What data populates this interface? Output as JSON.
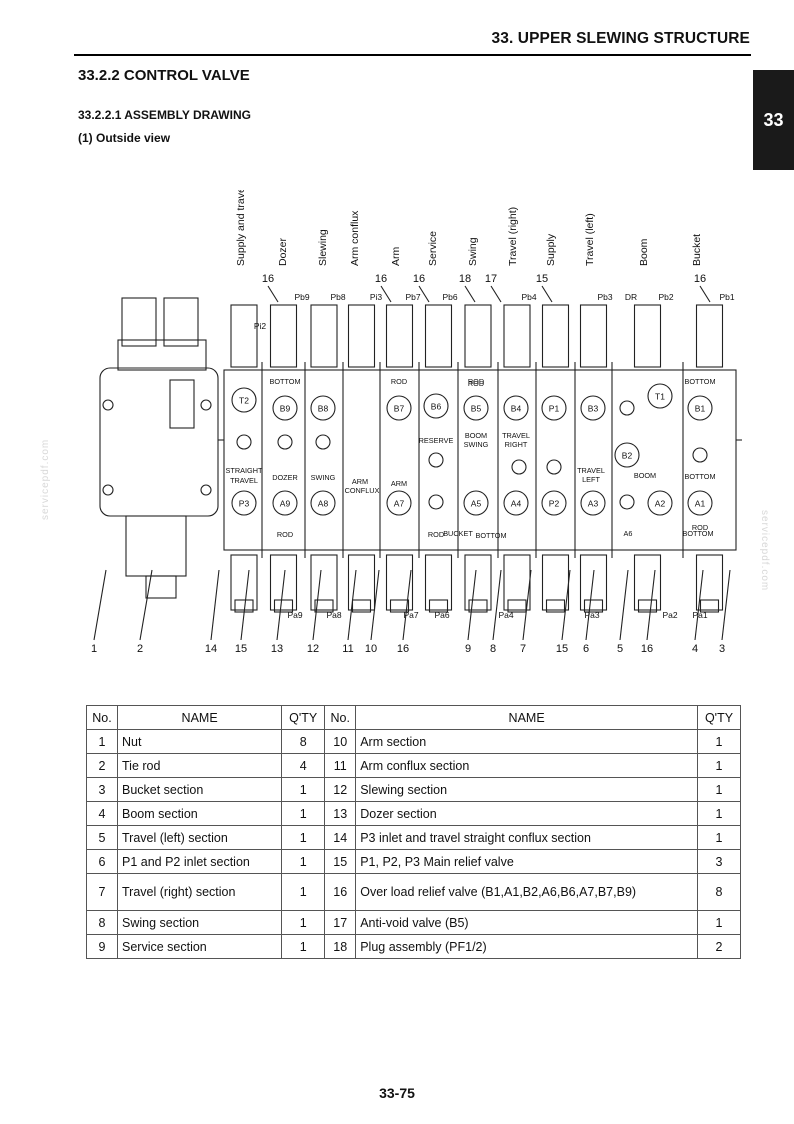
{
  "header": {
    "title": "33. UPPER SLEWING STRUCTURE",
    "chapter_tab": "33"
  },
  "section": {
    "heading": "33.2.2  CONTROL VALVE",
    "subheading": "33.2.2.1 ASSEMBLY DRAWING",
    "view_label": "(1)  Outside view"
  },
  "watermark": "servicepdf.com",
  "drawing": {
    "section_labels": [
      "Supply and travel straight",
      "Dozer",
      "Slewing",
      "Arm conflux",
      "Arm",
      "Service",
      "Swing",
      "Travel (right)",
      "Supply",
      "Travel (left)",
      "Boom",
      "Bucket"
    ],
    "top_callouts": [
      "16",
      "16",
      "16",
      "18",
      "17",
      "15",
      "16"
    ],
    "pilot_ports_top": [
      "Pi2",
      "Pb9",
      "Pb8",
      "Pi3",
      "Pb7",
      "Pb6",
      "Pb4",
      "Pb3",
      "DR",
      "Pb2",
      "Pb1"
    ],
    "pilot_ports_bottom": [
      "Pa9",
      "Pa8",
      "Pa7",
      "Pa6",
      "Pa4",
      "Pa3",
      "Pa2",
      "Pa1"
    ],
    "upper_ports": [
      "T2",
      "B9",
      "B8",
      "B7",
      "B6",
      "B5",
      "B4",
      "P1",
      "B3",
      "T1",
      "B1"
    ],
    "lower_ports": [
      "P3",
      "A9",
      "A8",
      "A7",
      "A5",
      "A4",
      "P2",
      "A3",
      "B2",
      "A2",
      "A1"
    ],
    "spool_texts": [
      "BOTTOM",
      "ROD",
      "ROD",
      "BOTTOM",
      "STRAIGHT",
      "TRAVEL",
      "DOZER",
      "SWING",
      "ARM",
      "CONFLUX",
      "ARM",
      "RESERVE",
      "BOOM",
      "SWING",
      "TRAVEL",
      "RIGHT",
      "TRAVEL",
      "LEFT",
      "BOOM",
      "BOTTOM",
      "BUCKET",
      "ROD",
      "BOTTOM",
      "A6",
      "BOTTOM",
      "ROD",
      "ROD",
      "ROD"
    ],
    "bottom_callouts": [
      "1",
      "2",
      "14",
      "15",
      "13",
      "12",
      "11",
      "10",
      "16",
      "9",
      "8",
      "7",
      "15",
      "6",
      "5",
      "16",
      "4",
      "3"
    ]
  },
  "table": {
    "headers": [
      "No.",
      "NAME",
      "Q'TY",
      "No.",
      "NAME",
      "Q'TY"
    ],
    "rows": [
      {
        "no1": "1",
        "name1": "Nut",
        "qty1": "8",
        "no2": "10",
        "name2": "Arm section",
        "qty2": "1"
      },
      {
        "no1": "2",
        "name1": "Tie rod",
        "qty1": "4",
        "no2": "11",
        "name2": "Arm conflux section",
        "qty2": "1"
      },
      {
        "no1": "3",
        "name1": "Bucket section",
        "qty1": "1",
        "no2": "12",
        "name2": "Slewing section",
        "qty2": "1"
      },
      {
        "no1": "4",
        "name1": "Boom section",
        "qty1": "1",
        "no2": "13",
        "name2": "Dozer section",
        "qty2": "1"
      },
      {
        "no1": "5",
        "name1": "Travel (left) section",
        "qty1": "1",
        "no2": "14",
        "name2": "P3 inlet and travel straight conflux section",
        "qty2": "1"
      },
      {
        "no1": "6",
        "name1": "P1 and P2 inlet section",
        "qty1": "1",
        "no2": "15",
        "name2": "P1, P2, P3 Main relief valve",
        "qty2": "3"
      },
      {
        "no1": "7",
        "name1": "Travel (right) section",
        "qty1": "1",
        "no2": "16",
        "name2": "Over load relief valve (B1,A1,B2,A6,B6,A7,B7,B9)",
        "qty2": "8"
      },
      {
        "no1": "8",
        "name1": "Swing section",
        "qty1": "1",
        "no2": "17",
        "name2": "Anti-void valve (B5)",
        "qty2": "1"
      },
      {
        "no1": "9",
        "name1": "Service section",
        "qty1": "1",
        "no2": "18",
        "name2": "Plug assembly (PF1/2)",
        "qty2": "2"
      }
    ]
  },
  "page_number": "33-75"
}
